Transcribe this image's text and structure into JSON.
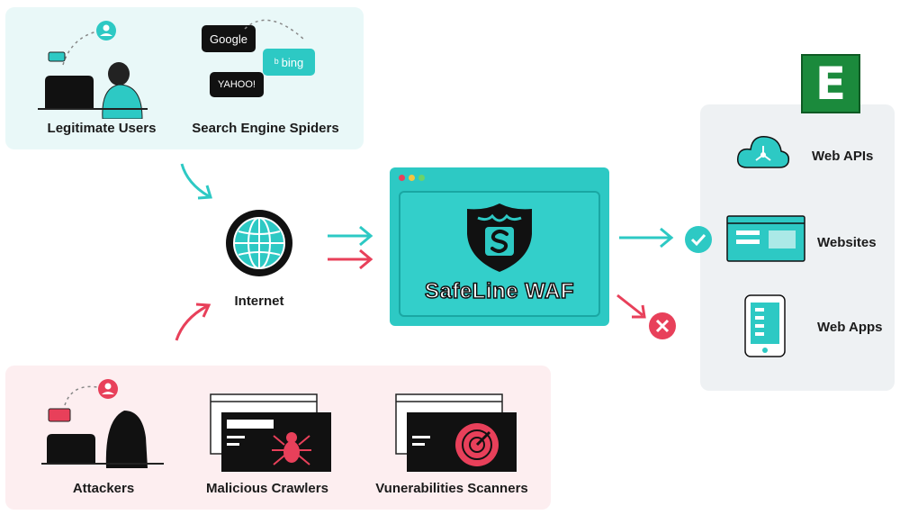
{
  "sources": {
    "legit_label": "Legitimate Users",
    "spiders_label": "Search Engine Spiders",
    "attackers_label": "Attackers",
    "crawlers_label": "Malicious Crawlers",
    "scanners_label": "Vunerabilities Scanners"
  },
  "engines": {
    "google": "Google",
    "bing": "bing",
    "yahoo": "YAHOO!"
  },
  "internet_label": "Internet",
  "waf": {
    "title": "SafeLine WAF"
  },
  "targets": {
    "apis": "Web APIs",
    "websites": "Websites",
    "apps": "Web Apps"
  },
  "brand": {
    "letter": "E"
  },
  "colors": {
    "teal": "#2dc9c4",
    "red": "#e8405a",
    "legit_panel": "#e9f8f8",
    "attack_panel": "#fdeef0",
    "target_panel": "#eef1f3",
    "brand_green": "#1b8a3c"
  }
}
